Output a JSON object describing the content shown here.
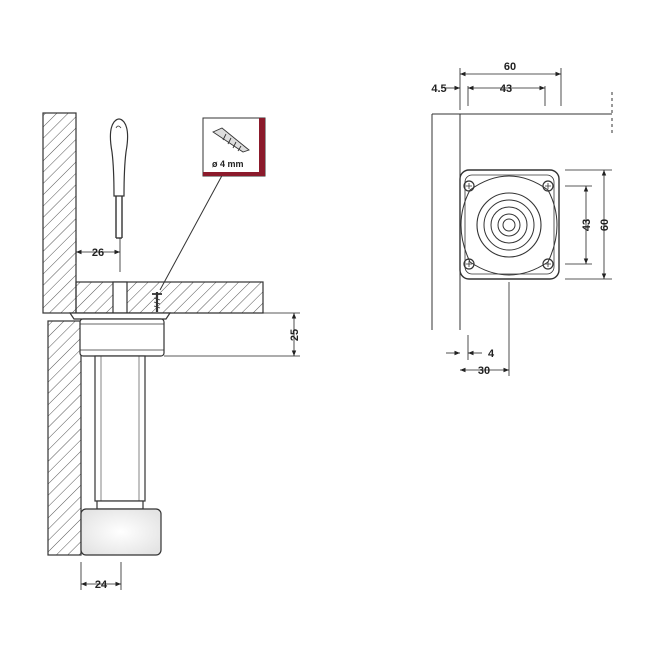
{
  "colors": {
    "line": "#333333",
    "hatch": "#555555",
    "screw_box_accent": "#8b1a2b"
  },
  "screw_label": "ø 4 mm",
  "side_view": {
    "dim_bore_offset": "26",
    "dim_height": "25",
    "dim_leg_offset": "24"
  },
  "plan_view": {
    "dim_overall_width": "60",
    "dim_inner_width": "43",
    "dim_edge_offset": "4.5",
    "dim_overall_height": "60",
    "dim_inner_height": "43",
    "dim_bottom_offset": "4",
    "dim_center": "30"
  },
  "icons": {
    "screwdriver": "screwdriver-icon",
    "screw": "screw-icon"
  }
}
